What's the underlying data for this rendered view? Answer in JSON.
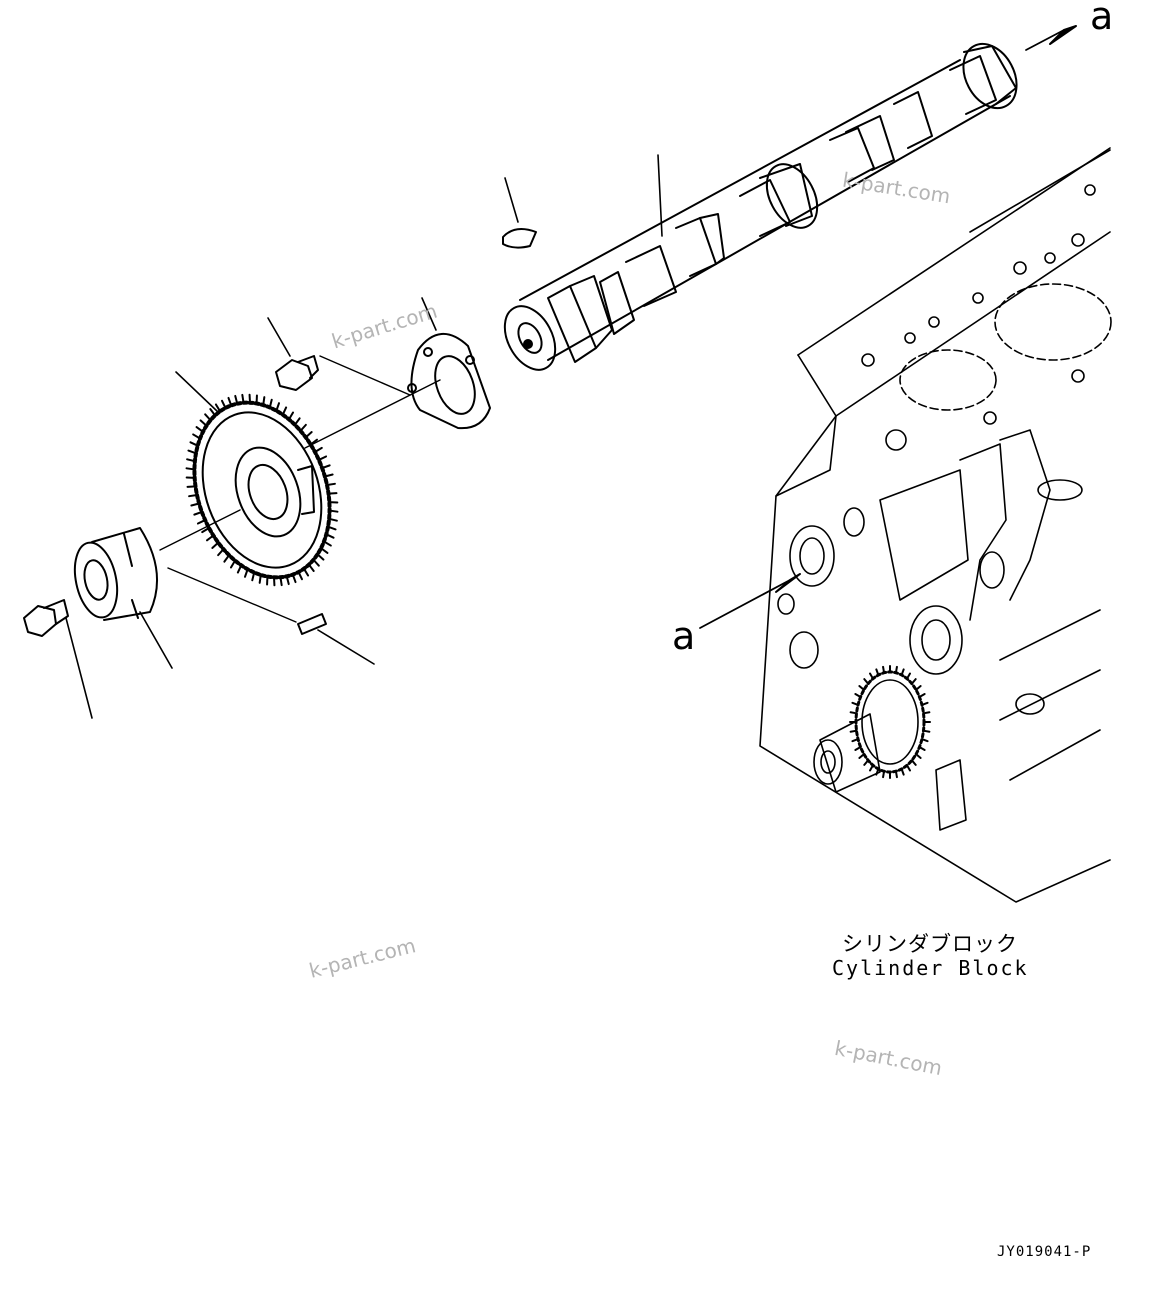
{
  "labels": {
    "view_arrow_top": "a",
    "view_arrow_block": "a",
    "block_japanese": "シリンダブロック",
    "block_english": "Cylinder Block",
    "figure_code": "JY019041-P"
  },
  "watermarks": [
    "k-part.com",
    "k-part.com",
    "k-part.com",
    "k-part.com"
  ],
  "parts": [
    "camshaft",
    "woodruff-key",
    "thrust-plate",
    "plate-bolt",
    "cam-gear",
    "gear-hub",
    "gear-pin",
    "hub-bolt",
    "cylinder-block"
  ]
}
